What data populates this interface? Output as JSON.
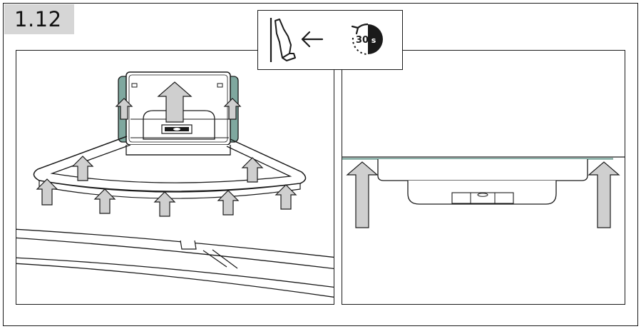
{
  "step": {
    "label": "1.12"
  },
  "timer": {
    "value": "30",
    "unit": "s"
  },
  "icons": {
    "hand": "hand-push-icon",
    "direction": "arrow-left-icon",
    "timer": "timer-icon"
  },
  "colors": {
    "outline": "#1a1a1a",
    "arrow_fill": "#cfcfcf",
    "accent_teal": "#7fa89f",
    "badge_bg": "#d6d6d6"
  }
}
